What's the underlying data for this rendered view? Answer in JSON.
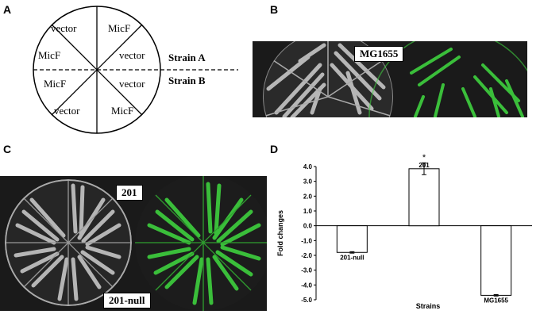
{
  "panels": {
    "a": "A",
    "b": "B",
    "c": "C",
    "d": "D"
  },
  "panel_a": {
    "top_left": "vector",
    "top_right": "MicF",
    "upper_left": "MicF",
    "upper_right": "vector",
    "lower_left": "MicF",
    "lower_right": "vector",
    "bottom_left": "vector",
    "bottom_right": "MicF",
    "strain_a": "Strain A",
    "strain_b": "Strain B"
  },
  "panel_b": {
    "label": "MG1655"
  },
  "panel_c": {
    "label_top": "201",
    "label_bottom": "201-null"
  },
  "colors": {
    "photo_bg": "#1a1a1a",
    "gfp_green": "#3fd13f",
    "white_streak": "#cfcfcf"
  },
  "chart_data": {
    "type": "bar",
    "categories": [
      "201-null",
      "201",
      "MG1655"
    ],
    "values": [
      -1.8,
      3.85,
      -4.7
    ],
    "errors": [
      0.05,
      0.4,
      0.05
    ],
    "annotations": [
      "",
      "*",
      ""
    ],
    "xlabel": "Strains",
    "ylabel": "Fold changes",
    "ylim": [
      -5.0,
      4.0
    ],
    "yticks": [
      "4.0",
      "3.0",
      "2.0",
      "1.0",
      "0.0",
      "-1.0",
      "-2.0",
      "-3.0",
      "-4.0",
      "-5.0"
    ],
    "grid": false
  }
}
